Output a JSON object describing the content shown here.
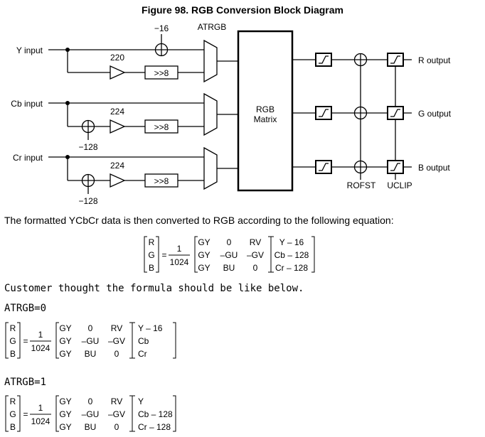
{
  "figure_title": "Figure 98. RGB Conversion Block Diagram",
  "diagram": {
    "inputs": {
      "y": "Y input",
      "cb": "Cb input",
      "cr": "Cr input"
    },
    "offsets": {
      "y": "−16",
      "cb": "−128",
      "cr": "−128"
    },
    "gains": {
      "y": "220",
      "cb": "224",
      "cr": "224"
    },
    "shift": ">>8",
    "mux_label": "ATRGB",
    "matrix_line1": "RGB",
    "matrix_line2": "Matrix",
    "outputs": {
      "r": "R output",
      "g": "G output",
      "b": "B output"
    },
    "rofst": "ROFST",
    "uclip": "UCLIP"
  },
  "paragraph": "The formatted YCbCr data is then converted to RGB according to the following equation:",
  "customer_note": "Customer thought the formula should be like below.",
  "atrgb0_label": "ATRGB=0",
  "atrgb1_label": "ATRGB=1",
  "equation": {
    "lhs": [
      "R",
      "G",
      "B"
    ],
    "eq": "=",
    "frac_num": "1",
    "frac_den": "1024",
    "matrix": [
      [
        "GY",
        "0",
        "RV"
      ],
      [
        "GY",
        "–GU",
        "–GV"
      ],
      [
        "GY",
        "BU",
        "0"
      ]
    ]
  },
  "vectors": {
    "main": [
      "Y – 16",
      "Cb – 128",
      "Cr – 128"
    ],
    "atrgb0": [
      "Y – 16",
      "Cb",
      "Cr"
    ],
    "atrgb1": [
      "Y",
      "Cb – 128",
      "Cr – 128"
    ]
  }
}
